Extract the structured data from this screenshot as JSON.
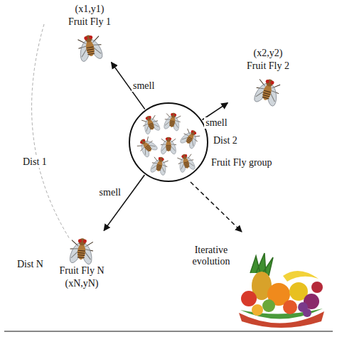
{
  "diagram": {
    "nodes": [
      {
        "text": [
          "(x1,y1)",
          "Fruit Fly 1"
        ]
      },
      {
        "text": [
          "(x2,y2)",
          "Fruit Fly 2"
        ]
      },
      {
        "text": [
          "Fruit Fly group"
        ]
      },
      {
        "text": [
          "Fruit Fly N",
          "(xN,yN)"
        ]
      }
    ],
    "edges": [
      {
        "from": 2,
        "to": 0,
        "label": "smell",
        "arrow": "to"
      },
      {
        "from": 2,
        "to": 1,
        "label": "smell",
        "arrow": "to"
      },
      {
        "from": 2,
        "to": 3,
        "label": "smell",
        "arrow": "to"
      }
    ],
    "labels": [
      "Dist 1",
      "Dist 2",
      "Dist N",
      "Iterative evolution"
    ]
  }
}
